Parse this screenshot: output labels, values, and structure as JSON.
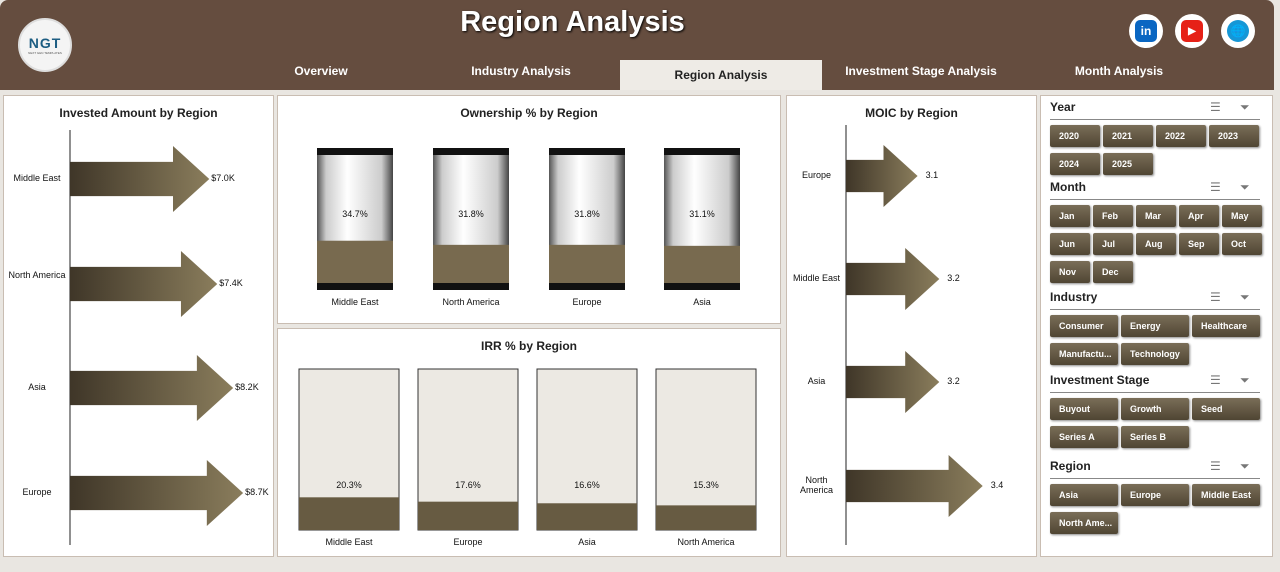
{
  "header": {
    "title": "Region Analysis",
    "logo_text": "NGT",
    "logo_subtext": "NEXT GEN TEMPLATES",
    "social": [
      {
        "icon": "linkedin-icon",
        "label": "in",
        "color": "#0a66c2"
      },
      {
        "icon": "youtube-icon",
        "label": "▶",
        "color": "#e62117"
      },
      {
        "icon": "globe-icon",
        "label": "🌐",
        "color": "#1597d6"
      }
    ]
  },
  "tabs": [
    {
      "label": "Overview",
      "active": false
    },
    {
      "label": "Industry Analysis",
      "active": false
    },
    {
      "label": "Region Analysis",
      "active": true
    },
    {
      "label": "Investment Stage Analysis",
      "active": false
    },
    {
      "label": "Month Analysis",
      "active": false
    }
  ],
  "colors": {
    "header": "#654d3f",
    "accent": "#6b6049"
  },
  "chart_data": [
    {
      "type": "bar",
      "title": "Invested Amount by Region",
      "orientation": "horizontal",
      "categories": [
        "Middle East",
        "North America",
        "Asia",
        "Europe"
      ],
      "values": [
        7.0,
        7.4,
        8.2,
        8.7
      ],
      "data_labels": [
        "$7.0K",
        "$7.4K",
        "$8.2K",
        "$8.7K"
      ],
      "unit": "$K"
    },
    {
      "type": "bar",
      "title": "Ownership % by Region",
      "categories": [
        "Middle East",
        "North America",
        "Europe",
        "Asia"
      ],
      "values": [
        34.7,
        31.8,
        31.8,
        31.1
      ],
      "data_labels": [
        "34.7%",
        "31.8%",
        "31.8%",
        "31.1%"
      ],
      "ylim": [
        0,
        100
      ]
    },
    {
      "type": "bar",
      "title": "IRR % by Region",
      "categories": [
        "Middle East",
        "Europe",
        "Asia",
        "North America"
      ],
      "values": [
        20.3,
        17.6,
        16.6,
        15.3
      ],
      "data_labels": [
        "20.3%",
        "17.6%",
        "16.6%",
        "15.3%"
      ],
      "ylim": [
        0,
        100
      ]
    },
    {
      "type": "bar",
      "title": "MOIC by Region",
      "orientation": "horizontal",
      "categories": [
        "Europe",
        "Middle East",
        "Asia",
        "North America"
      ],
      "values": [
        3.1,
        3.2,
        3.2,
        3.4
      ],
      "data_labels": [
        "3.1",
        "3.2",
        "3.2",
        "3.4"
      ]
    }
  ],
  "slicers": [
    {
      "title": "Year",
      "items": [
        "2020",
        "2021",
        "2022",
        "2023",
        "2024",
        "2025"
      ]
    },
    {
      "title": "Month",
      "items": [
        "Jan",
        "Feb",
        "Mar",
        "Apr",
        "May",
        "Jun",
        "Jul",
        "Aug",
        "Sep",
        "Oct",
        "Nov",
        "Dec"
      ]
    },
    {
      "title": "Industry",
      "items": [
        "Consumer",
        "Energy",
        "Healthcare",
        "Manufactu...",
        "Technology"
      ]
    },
    {
      "title": "Investment Stage",
      "items": [
        "Buyout",
        "Growth",
        "Seed",
        "Series A",
        "Series B"
      ]
    },
    {
      "title": "Region",
      "items": [
        "Asia",
        "Europe",
        "Middle East",
        "North Ame..."
      ]
    }
  ]
}
